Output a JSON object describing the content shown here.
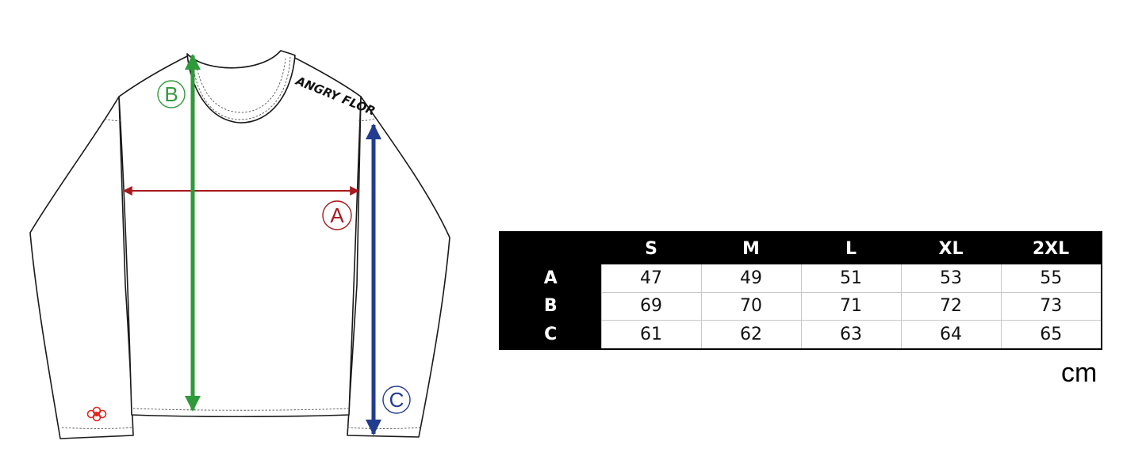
{
  "diagram": {
    "brand_text": "ANGRY FLOR",
    "measure_labels": {
      "a": "A",
      "b": "B",
      "c": "C"
    },
    "colors": {
      "a": "#a8191e",
      "b": "#2e9a3a",
      "c": "#223c8e",
      "logo": "#e2231a",
      "outline": "#1a1a1a"
    }
  },
  "size_table": {
    "columns": [
      "S",
      "M",
      "L",
      "XL",
      "2XL"
    ],
    "rows": [
      {
        "label": "A",
        "values": [
          "47",
          "49",
          "51",
          "53",
          "55"
        ]
      },
      {
        "label": "B",
        "values": [
          "69",
          "70",
          "71",
          "72",
          "73"
        ]
      },
      {
        "label": "C",
        "values": [
          "61",
          "62",
          "63",
          "64",
          "65"
        ]
      }
    ]
  },
  "unit": "cm"
}
